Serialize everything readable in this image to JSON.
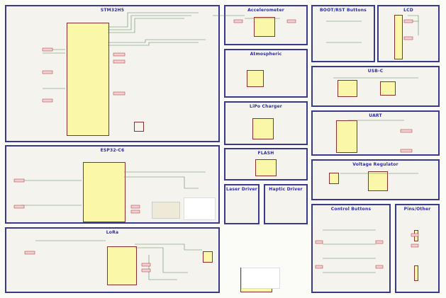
{
  "sheets": [
    {
      "id": "stm32",
      "title": "STM32H5"
    },
    {
      "id": "esp32",
      "title": "ESP32-C6"
    },
    {
      "id": "lora",
      "title": "LoRa"
    },
    {
      "id": "accel",
      "title": "Accelerometer"
    },
    {
      "id": "atmos",
      "title": "Atmospheric"
    },
    {
      "id": "lipo",
      "title": "LiPo Charger"
    },
    {
      "id": "flash",
      "title": "FLASH"
    },
    {
      "id": "laser",
      "title": "Laser Driver"
    },
    {
      "id": "haptic",
      "title": "Haptic Driver"
    },
    {
      "id": "boot",
      "title": "BOOT/RST Buttons"
    },
    {
      "id": "lcd",
      "title": "LCD"
    },
    {
      "id": "usbc",
      "title": "USB-C"
    },
    {
      "id": "uart",
      "title": "UART"
    },
    {
      "id": "vreg",
      "title": "Voltage Regulator"
    },
    {
      "id": "ctrl",
      "title": "Control Buttons"
    },
    {
      "id": "pins",
      "title": "Pins/Other"
    }
  ],
  "colors": {
    "border": "#3a3a8c",
    "title": "#2b2bb0",
    "ic_fill": "#fbf7a8",
    "pin": "#b03030",
    "wire": "#5a8a5a"
  }
}
